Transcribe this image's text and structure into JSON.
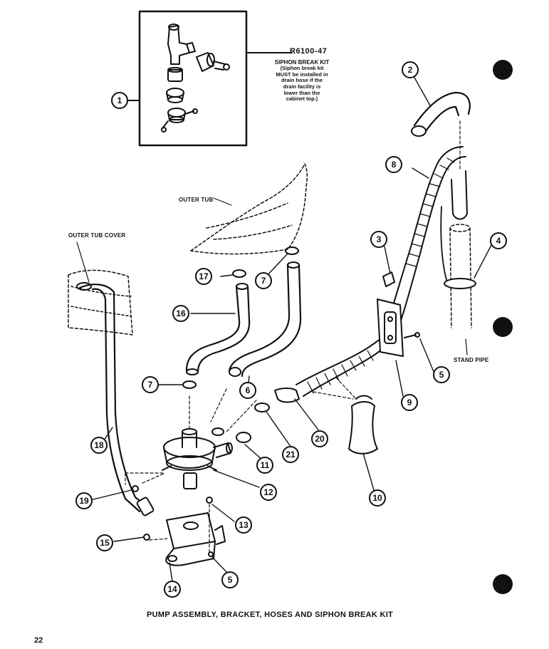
{
  "kit": {
    "part_number": "R6100-47",
    "title": "SIPHON BREAK KIT",
    "note_lines": [
      "(Siphon break kit",
      "MUST be installed in",
      "drain hose if the",
      "drain facility is",
      "lower than the",
      "cabinet top.)"
    ]
  },
  "labels": {
    "outer_tub": "OUTER TUB",
    "outer_tub_cover": "OUTER TUB COVER",
    "stand_pipe": "STAND PIPE"
  },
  "callouts": [
    {
      "id": "c1",
      "num": "1"
    },
    {
      "id": "c2",
      "num": "2"
    },
    {
      "id": "c3",
      "num": "3"
    },
    {
      "id": "c4",
      "num": "4"
    },
    {
      "id": "c5a",
      "num": "5"
    },
    {
      "id": "c5b",
      "num": "5"
    },
    {
      "id": "c6",
      "num": "6"
    },
    {
      "id": "c7a",
      "num": "7"
    },
    {
      "id": "c7b",
      "num": "7"
    },
    {
      "id": "c8",
      "num": "8"
    },
    {
      "id": "c9",
      "num": "9"
    },
    {
      "id": "c10",
      "num": "10"
    },
    {
      "id": "c11",
      "num": "11"
    },
    {
      "id": "c12",
      "num": "12"
    },
    {
      "id": "c13",
      "num": "13"
    },
    {
      "id": "c14",
      "num": "14"
    },
    {
      "id": "c15",
      "num": "15"
    },
    {
      "id": "c16",
      "num": "16"
    },
    {
      "id": "c17",
      "num": "17"
    },
    {
      "id": "c18",
      "num": "18"
    },
    {
      "id": "c19",
      "num": "19"
    },
    {
      "id": "c20",
      "num": "20"
    },
    {
      "id": "c21",
      "num": "21"
    }
  ],
  "caption": "PUMP ASSEMBLY, BRACKET, HOSES AND SIPHON BREAK KIT",
  "page_number": "22",
  "colors": {
    "ink": "#111111",
    "paper": "#ffffff"
  }
}
